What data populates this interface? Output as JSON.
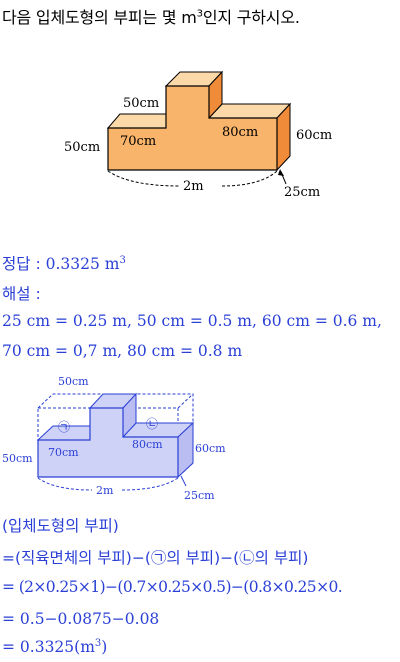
{
  "question": {
    "prefix": "다음 입체도형의 부피는 몇 m",
    "sup": "3",
    "suffix": "인지 구하시오."
  },
  "figure1": {
    "label_50cm_top": "50cm",
    "label_50cm_left": "50cm",
    "label_70cm": "70cm",
    "label_80cm": "80cm",
    "label_60cm": "60cm",
    "label_2m": "2m",
    "label_25cm": "25cm",
    "colors": {
      "front": "#f9b46b",
      "top": "#fcd9a8",
      "side": "#f08b3a"
    }
  },
  "answer": {
    "label": "정답 : ",
    "value": "0.3325 m",
    "sup": "3"
  },
  "explanation_label": "해설 :",
  "conversions": {
    "line1": "25 cm = 0.25 m,  50 cm = 0.5 m,  60 cm = 0.6 m,",
    "line2": "70 cm = 0,7 m,  80 cm = 0.8 m"
  },
  "figure2": {
    "label_50cm_top": "50cm",
    "label_50cm_left": "50cm",
    "label_70cm": "70cm",
    "label_80cm": "80cm",
    "label_60cm": "60cm",
    "label_2m": "2m",
    "label_25cm": "25cm",
    "marker_a": "㉠",
    "marker_b": "㉡",
    "colors": {
      "fill": "#cfd2f7",
      "stroke": "#2a3fd6"
    }
  },
  "solution": {
    "line1": "(입체도형의 부피)",
    "line2": "=(직육면체의 부피)−(㉠의 부피)−(㉡의 부피)",
    "line3": "= (2×0.25×1)−(0.7×0.25×0.5)−(0.8×0.25×0.",
    "line4": "= 0.5−0.0875−0.08",
    "line5_main": "= 0.3325(m",
    "line5_sup": "3",
    "line5_end": ")"
  }
}
